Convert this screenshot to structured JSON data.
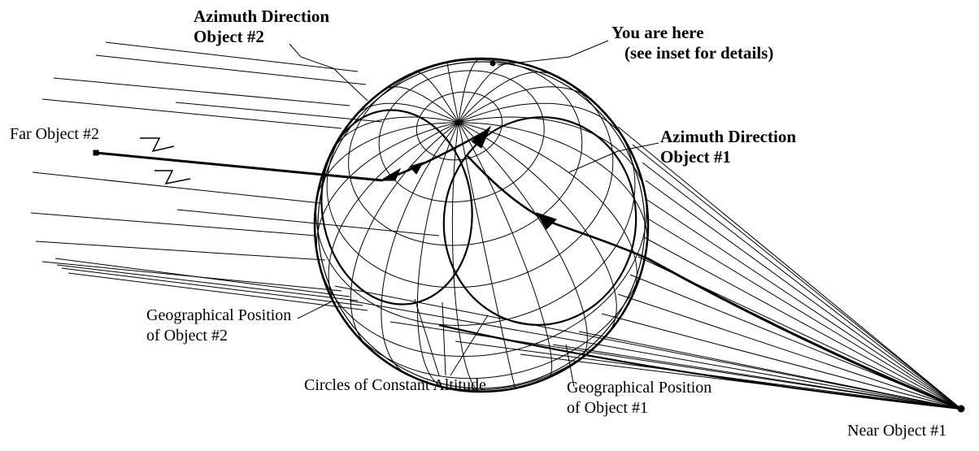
{
  "labels": {
    "azimuth_obj2": [
      "Azimuth Direction",
      "Object #2"
    ],
    "you_are_here": [
      "You are here",
      "(see inset for details)"
    ],
    "far_object": "Far Object #2",
    "azimuth_obj1": [
      "Azimuth Direction",
      "Object #1"
    ],
    "gp_obj2": [
      "Geographical Position",
      "of Object #2"
    ],
    "circles": "Circles of Constant  Altitude",
    "gp_obj1": [
      "Geographical Position",
      "of Object #1"
    ],
    "near_object": "Near Object #1"
  },
  "globe": {
    "meridian_count": 24,
    "parallel_latitudes": [
      -75,
      -60,
      -45,
      -30,
      -15,
      0,
      15,
      30,
      45,
      60,
      75
    ]
  }
}
